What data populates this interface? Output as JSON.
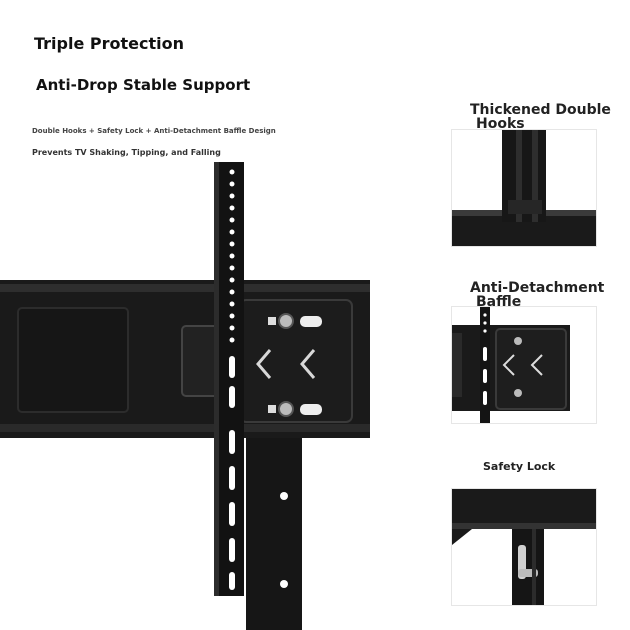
{
  "heading": {
    "title": "Triple Protection",
    "subtitle": "Anti-Drop Stable Support",
    "features_line": "Double Hooks + Safety Lock + Anti-Detachment Baffle Design",
    "benefit_line": "Prevents TV Shaking, Tipping, and Falling"
  },
  "callouts": [
    {
      "line1": "Thickened Double",
      "line2": "Hooks"
    },
    {
      "line1": "Anti-Detachment",
      "line2": "Baffle"
    },
    {
      "line1": "Safety Lock",
      "line2": ""
    }
  ],
  "colors": {
    "background": "#ffffff",
    "metal": "#1b1b1b",
    "metal_highlight": "#3a3a3a"
  }
}
